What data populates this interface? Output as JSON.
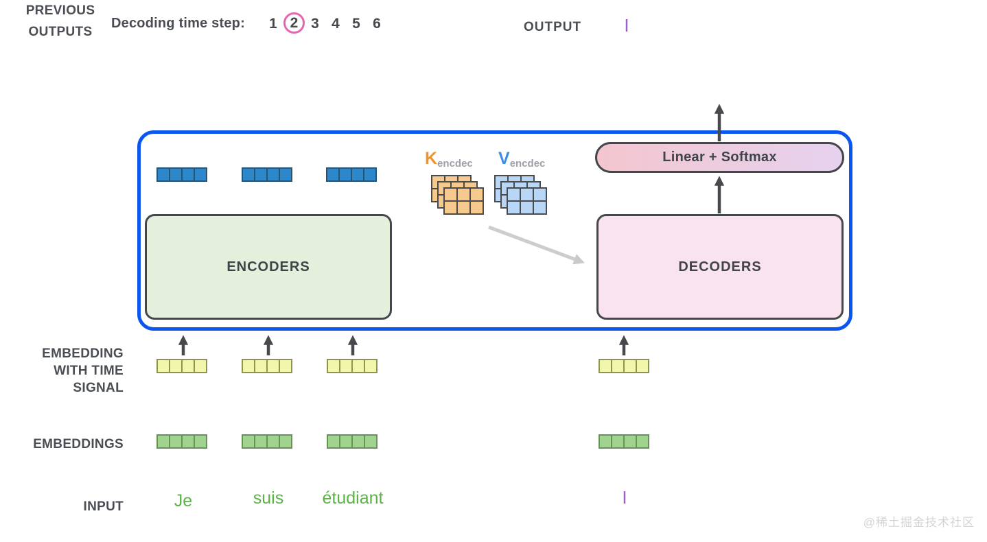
{
  "header": {
    "decoding_label": "Decoding time step:",
    "steps": [
      "1",
      "2",
      "3",
      "4",
      "5",
      "6"
    ],
    "active_step": "2",
    "output_label": "OUTPUT",
    "output_value": "I"
  },
  "blocks": {
    "encoders": "ENCODERS",
    "decoders": "DECODERS",
    "linear_softmax": "Linear + Softmax"
  },
  "attention": {
    "k_letter": "K",
    "k_sub": "encdec",
    "v_letter": "V",
    "v_sub": "encdec"
  },
  "side_labels": {
    "embedding_time_signal": [
      "EMBEDDING",
      "WITH TIME",
      "SIGNAL"
    ],
    "embeddings": "EMBEDDINGS",
    "input": "INPUT"
  },
  "bottom": {
    "input_words": [
      "Je",
      "suis",
      "étudiant"
    ],
    "previous_outputs_label": [
      "PREVIOUS",
      "OUTPUTS"
    ],
    "previous_output_value": "I"
  },
  "watermark": "@稀土掘金技术社区",
  "colors": {
    "container_border": "#0c56f0",
    "encoders_fill": "#e4efdc",
    "decoders_fill": "#f8e3ef",
    "linear_softmax_gradient": [
      "#f3c6cf",
      "#e6d2ef"
    ],
    "box_border": "#44484c",
    "blue_vector": "#2e86cb",
    "yellow_vector": "#f1f6ab",
    "green_vector": "#a0d48e",
    "k_matrix": "#f6c98e",
    "v_matrix": "#b8d6f6",
    "k_letter": "#f0932b",
    "v_letter": "#3d8ee0",
    "step_circle": "#e466ac",
    "input_words": "#5bb345",
    "output_value": "#9a5fd0",
    "arrow_dark": "#47494d",
    "arrow_gray": "#c9c9c9"
  }
}
